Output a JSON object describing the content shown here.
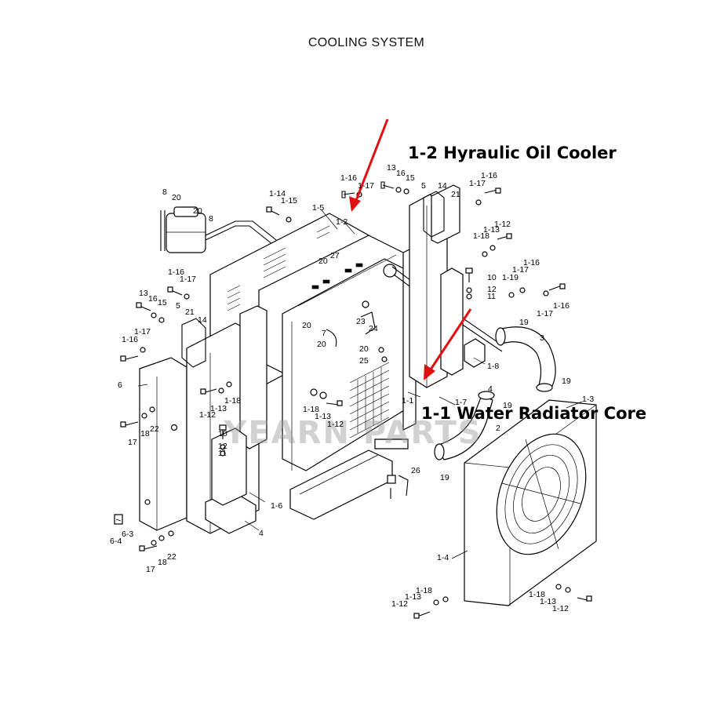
{
  "title": "COOLING SYSTEM",
  "callouts": [
    {
      "text": "1-2 Hyraulic Oil Cooler"
    },
    {
      "text": "1-1 Water Radiator Core"
    }
  ],
  "watermark": "YEARN PARTS",
  "colors": {
    "arrow": "#e01010",
    "watermark_logo": "#f2c040",
    "ink": "#000000"
  },
  "part_labels": [
    "8",
    "20",
    "20",
    "8",
    "1-14",
    "1-15",
    "1-5",
    "1-16",
    "1-17",
    "1-2",
    "13",
    "16",
    "15",
    "5",
    "14",
    "21",
    "1-16",
    "1-17",
    "20",
    "27",
    "1-12",
    "1-18",
    "1-13",
    "10",
    "12",
    "11",
    "1-16",
    "1-17",
    "1-19",
    "1-16",
    "1-17",
    "20",
    "7",
    "20",
    "23",
    "24",
    "20",
    "25",
    "13",
    "16",
    "15",
    "5",
    "21",
    "14",
    "1-16",
    "1-17",
    "1-17",
    "1-16",
    "6",
    "18",
    "22",
    "17",
    "1-12",
    "1-13",
    "1-18",
    "1-18",
    "1-13",
    "1-12",
    "1-8",
    "1-1",
    "1-7",
    "19",
    "3",
    "19",
    "4",
    "19",
    "2",
    "19",
    "10",
    "12",
    "11",
    "1-6",
    "4",
    "26",
    "6-4",
    "6-3",
    "17",
    "18",
    "22",
    "1-3",
    "1-4",
    "1-18",
    "1-12",
    "1-13",
    "1-18",
    "1-13",
    "1-12"
  ]
}
